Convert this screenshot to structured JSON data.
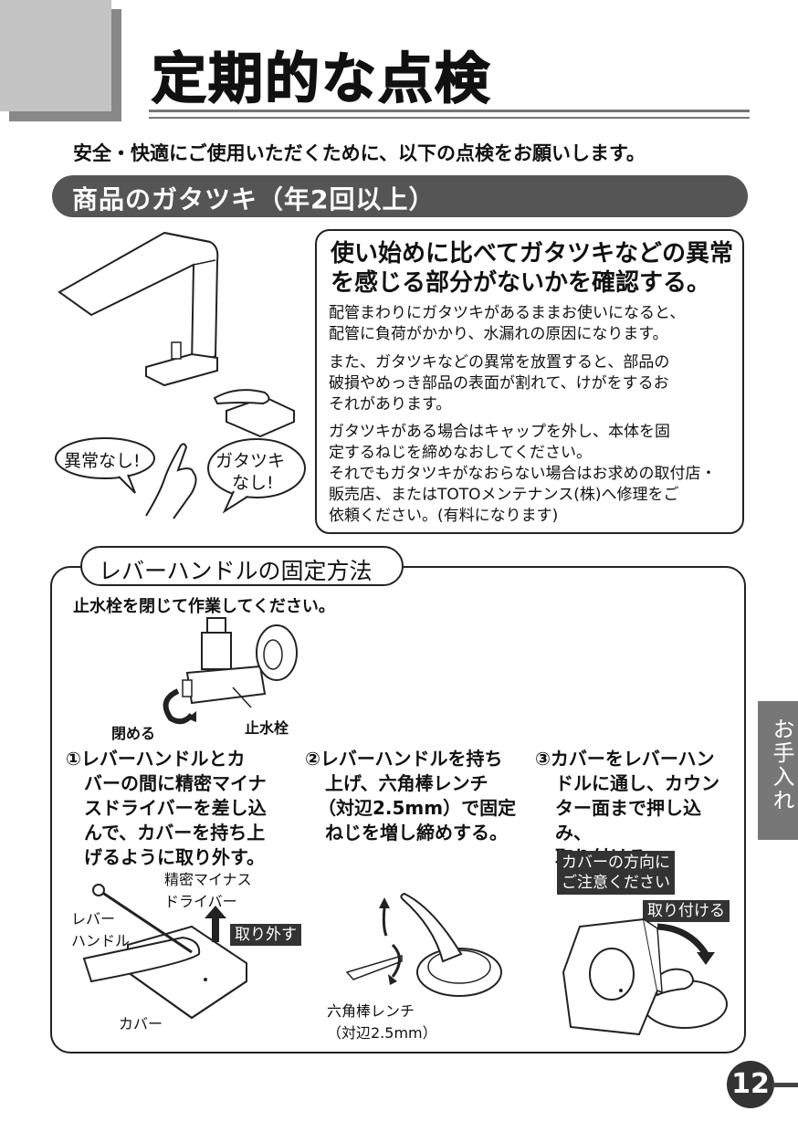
{
  "header": {
    "title": "定期的な点検"
  },
  "intro": "安全・快適にご使用いただくために、以下の点検をお願いします。",
  "section": {
    "title": "商品のガタツキ（年2回以上）"
  },
  "bubbles": {
    "left": "異常なし!",
    "right_line1": "ガタツキ",
    "right_line2": "なし!"
  },
  "info": {
    "heading_line1": "使い始めに比べてガタツキなどの異常",
    "heading_line2": "を感じる部分がないかを確認する。",
    "para1_line1": "配管まわりにガタツキがあるままお使いになると、",
    "para1_line2": "配管に負荷がかかり、水漏れの原因になります。",
    "para2_line1": "また、ガタツキなどの異常を放置すると、部品の",
    "para2_line2": "破損やめっき部品の表面が割れて、けがをするお",
    "para2_line3": "それがあります。",
    "para3_line1": "ガタツキがある場合はキャップを外し、本体を固",
    "para3_line2": "定するねじを締めなおしてください。",
    "para3_line3": "それでもガタツキがなおらない場合はお求めの取付店・",
    "para3_line4": "販売店、またはTOTOメンテナンス(株)へ修理をご",
    "para3_line5": "依頼ください。(有料になります)"
  },
  "fix": {
    "label": "レバーハンドルの固定方法",
    "warning": "止水栓を閉じて作業してください。",
    "close_label": "閉める",
    "stopcock_label": "止水栓",
    "step1_line1": "①レバーハンドルとカ",
    "step1_line2": "バーの間に精密マイナ",
    "step1_line3": "スドライバーを差し込",
    "step1_line4": "んで、カバーを持ち上",
    "step1_line5": "げるように取り外す。",
    "step2_line1": "②レバーハンドルを持ち",
    "step2_line2": "上げ、六角棒レンチ",
    "step2_line3": "（対辺2.5mm）で固定",
    "step2_line4": "ねじを増し締めする。",
    "step3_line1": "③カバーをレバーハン",
    "step3_line2": "ドルに通し、カウン",
    "step3_line3": "ター面まで押し込み、",
    "step3_line4": "取り付ける。",
    "screwdriver_line1": "精密マイナス",
    "screwdriver_line2": "ドライバー",
    "lever_line1": "レバー",
    "lever_line2": "ハンドル",
    "remove_tag": "取り外す",
    "cover_label": "カバー",
    "wrench_line1": "六角棒レンチ",
    "wrench_line2": "（対辺2.5mm）",
    "direction_line1": "カバーの方向に",
    "direction_line2": "ご注意ください",
    "attach_tag": "取り付ける"
  },
  "side_tab": "お手入れ",
  "page_number": "12"
}
